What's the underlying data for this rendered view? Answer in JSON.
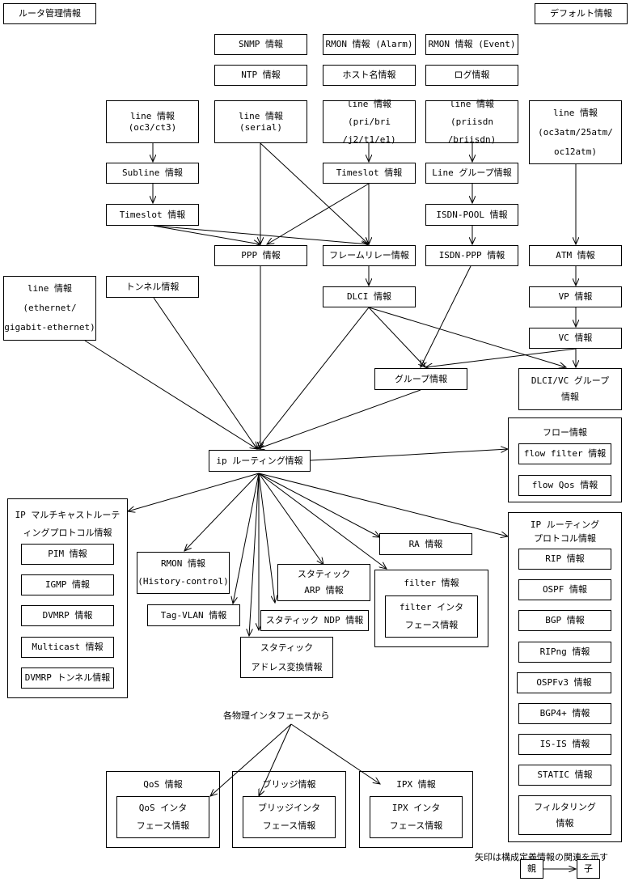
{
  "labels": {
    "router_mgmt": "ルータ管理情報",
    "default_info": "デフォルト情報",
    "snmp": "SNMP 情報",
    "rmon_alarm": "RMON 情報 (Alarm)",
    "rmon_event": "RMON 情報 (Event)",
    "ntp": "NTP 情報",
    "hostname": "ホスト名情報",
    "log": "ログ情報",
    "line_oc3": "line 情報 (oc3/ct3)",
    "line_serial": "line 情報 (serial)",
    "line_pri": "line 情報 (pri/bri\n/j2/t1/e1)",
    "line_priisdn": "line 情報 (priisdn\n/briisdn)",
    "line_oc3atm": "line 情報\n(oc3atm/25atm/\noc12atm)",
    "subline": "Subline 情報",
    "timeslot1": "Timeslot 情報",
    "timeslot2": "Timeslot 情報",
    "line_group": "Line グループ情報",
    "isdn_pool": "ISDN-POOL 情報",
    "ppp": "PPP 情報",
    "frame_relay": "フレームリレー情報",
    "isdn_ppp": "ISDN-PPP 情報",
    "atm": "ATM 情報",
    "line_eth": "line 情報\n(ethernet/\ngigabit-ethernet)",
    "tunnel": "トンネル情報",
    "dlci": "DLCI 情報",
    "vp": "VP 情報",
    "vc": "VC 情報",
    "group": "グループ情報",
    "dlci_vc_group": "DLCI/VC グループ\n情報",
    "ip_routing": "ip ルーティング情報",
    "flow_title": "フロー情報",
    "flow_filter": "flow filter 情報",
    "flow_qos": "flow Qos 情報",
    "mcast_title": "IP マルチキャストルーテ\nィングプロトコル情報",
    "pim": "PIM 情報",
    "igmp": "IGMP 情報",
    "dvmrp": "DVMRP 情報",
    "multicast": "Multicast 情報",
    "dvmrp_tunnel": "DVMRP トンネル情報",
    "rmon_history": "RMON 情報\n(History-control)",
    "tag_vlan": "Tag-VLAN 情報",
    "static_arp": "スタティック\nARP 情報",
    "static_ndp": "スタティック NDP 情報",
    "static_nat": "スタティック\nアドレス変換情報",
    "ra": "RA 情報",
    "filter_title": "filter 情報",
    "filter_if": "filter インタ\nフェース情報",
    "iprp_title": "IP ルーティング\nプロトコル情報",
    "rip": "RIP 情報",
    "ospf": "OSPF 情報",
    "bgp": "BGP 情報",
    "ripng": "RIPng 情報",
    "ospfv3": "OSPFv3 情報",
    "bgp4plus": "BGP4+ 情報",
    "isis": "IS-IS 情報",
    "static": "STATIC 情報",
    "filtering": "フィルタリング\n情報",
    "from_physical": "各物理インタフェースから",
    "qos_title": "QoS 情報",
    "qos_if": "QoS インタ\nフェース情報",
    "bridge_title": "ブリッジ情報",
    "bridge_if": "ブリッジインタ\nフェース情報",
    "ipx_title": "IPX 情報",
    "ipx_if": "IPX インタ\nフェース情報",
    "legend_text": "矢印は構成定義情報の関連を示す",
    "legend_parent": "親",
    "legend_child": "子"
  },
  "colors": {
    "line": "#000000",
    "background": "#ffffff"
  }
}
